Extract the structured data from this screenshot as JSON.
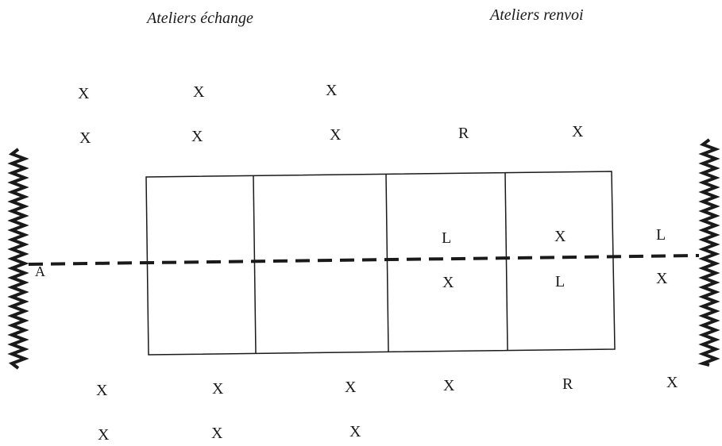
{
  "titles": {
    "echange": "Ateliers échange",
    "renvoi": "Ateliers renvoi"
  },
  "left_marker": "A",
  "marks": {
    "top_row_1": [
      "X",
      "X",
      "X"
    ],
    "top_row_2": [
      "X",
      "X",
      "X",
      "R",
      "X"
    ],
    "zone_3": [
      "L",
      "X"
    ],
    "zone_4": [
      "X",
      "L"
    ],
    "right_outside": [
      "L",
      "X"
    ],
    "bottom_row_1": [
      "X",
      "X",
      "X",
      "X",
      "R",
      "X"
    ],
    "bottom_row_2": [
      "X",
      "X",
      "X"
    ]
  },
  "colors": {
    "ink": "#1a1a1a",
    "background": "#ffffff"
  }
}
